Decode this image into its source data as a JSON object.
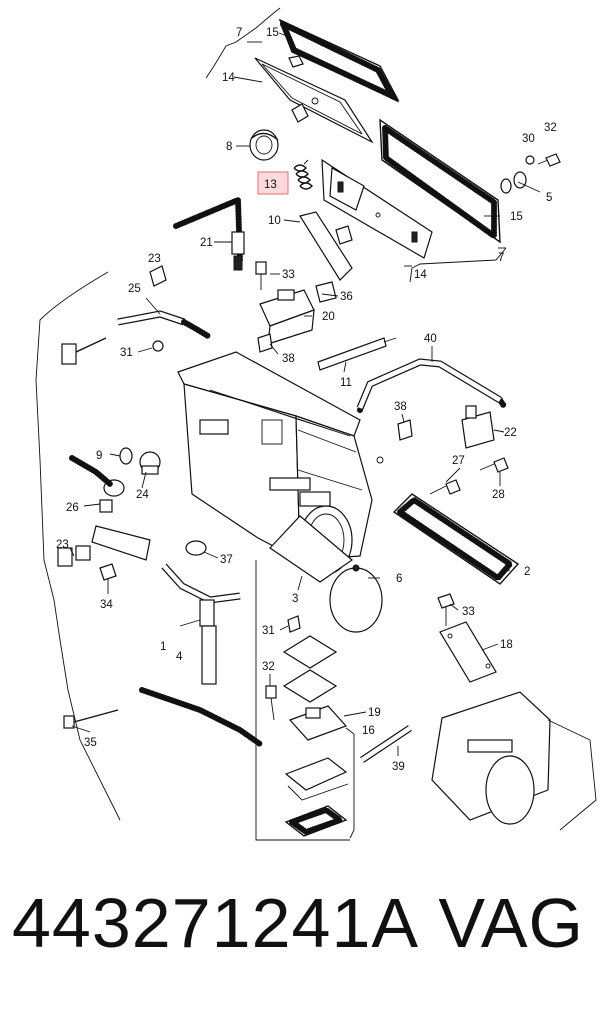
{
  "diagram": {
    "labels": [
      "7",
      "15",
      "14",
      "8",
      "30",
      "32",
      "5",
      "13",
      "10",
      "15",
      "7",
      "14",
      "21",
      "23",
      "33",
      "36",
      "25",
      "20",
      "31",
      "38",
      "11",
      "40",
      "38",
      "22",
      "9",
      "24",
      "27",
      "26",
      "28",
      "23",
      "37",
      "6",
      "2",
      "34",
      "3",
      "33",
      "18",
      "31",
      "1",
      "4",
      "32",
      "19",
      "16",
      "35",
      "39"
    ],
    "highlighted_label": "13",
    "accent_color": "#e07070"
  },
  "footer": {
    "part_number": "443271241A",
    "brand": "VAG"
  }
}
